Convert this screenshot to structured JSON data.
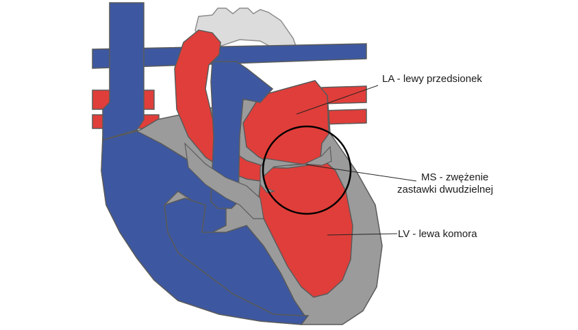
{
  "diagram": {
    "labels": {
      "la": "LA - lewy przedsionek",
      "ms_line1": "MS - zwężenie",
      "ms_line2": "zastawki dwudzielnej",
      "lv": "LV - lewa komora"
    },
    "colors": {
      "venous_blue": "#3d58a0",
      "arterial_red": "#e03e3a",
      "wall_gray": "#9b9b9b",
      "aorta_gray": "#dcdcdc",
      "outline": "#5a5a5a",
      "leader_line": "#222222"
    }
  }
}
